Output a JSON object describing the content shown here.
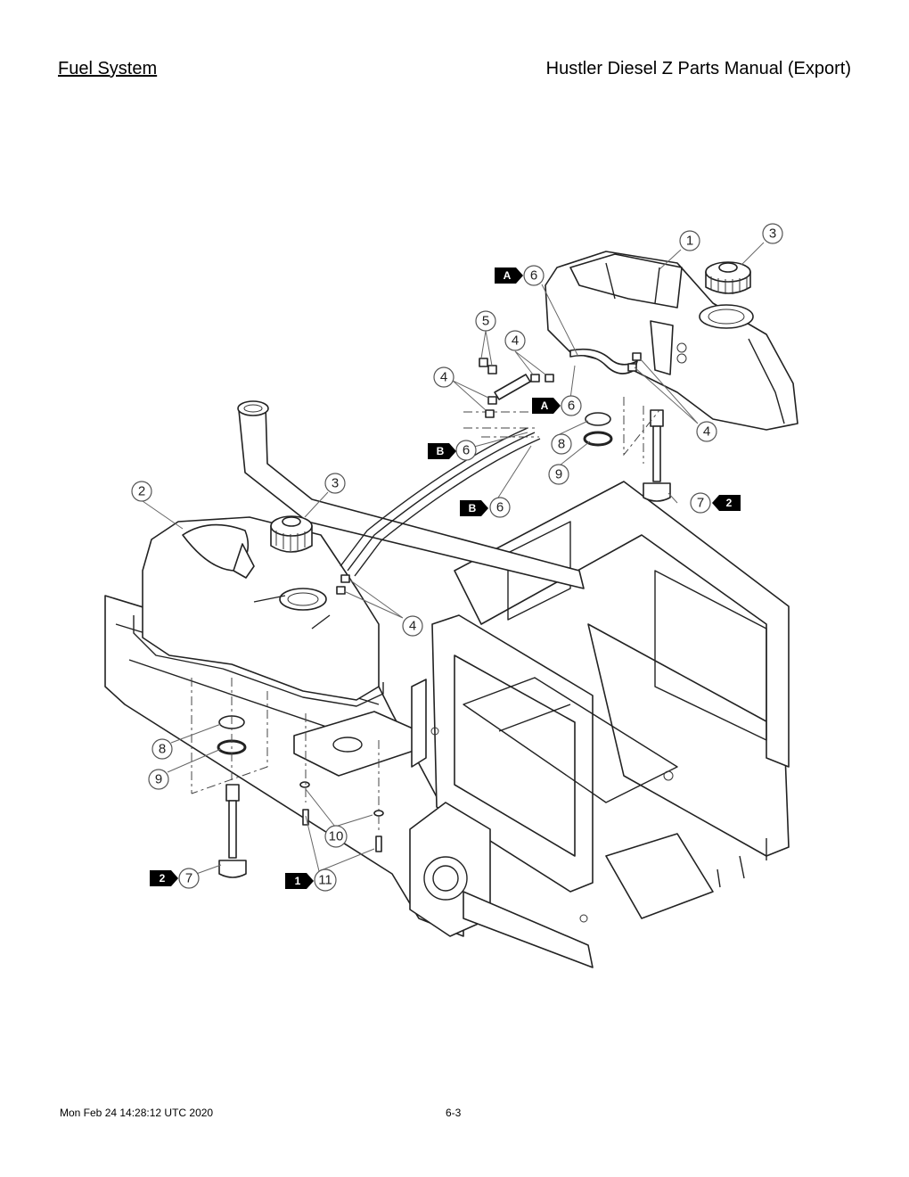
{
  "header": {
    "section_title": "Fuel System",
    "manual_title": "Hustler Diesel Z Parts Manual (Export)"
  },
  "footer": {
    "timestamp": "Mon Feb 24 14:28:12 UTC 2020",
    "page_number": "6-3"
  },
  "diagram": {
    "callouts": [
      {
        "id": "c1",
        "label": "1"
      },
      {
        "id": "c3a",
        "label": "3"
      },
      {
        "id": "c6a",
        "label": "6"
      },
      {
        "id": "c5",
        "label": "5"
      },
      {
        "id": "c4a",
        "label": "4"
      },
      {
        "id": "c4b",
        "label": "4"
      },
      {
        "id": "c6b",
        "label": "6"
      },
      {
        "id": "c4c",
        "label": "4"
      },
      {
        "id": "c8a",
        "label": "8"
      },
      {
        "id": "c6c",
        "label": "6"
      },
      {
        "id": "c9a",
        "label": "9"
      },
      {
        "id": "c2",
        "label": "2"
      },
      {
        "id": "c3b",
        "label": "3"
      },
      {
        "id": "c7a",
        "label": "7"
      },
      {
        "id": "c6d",
        "label": "6"
      },
      {
        "id": "c4d",
        "label": "4"
      },
      {
        "id": "c8b",
        "label": "8"
      },
      {
        "id": "c9b",
        "label": "9"
      },
      {
        "id": "c10",
        "label": "10"
      },
      {
        "id": "c7b",
        "label": "7"
      },
      {
        "id": "c11",
        "label": "11"
      }
    ],
    "flags": [
      {
        "id": "fA1",
        "label": "A"
      },
      {
        "id": "fA2",
        "label": "A"
      },
      {
        "id": "fB1",
        "label": "B"
      },
      {
        "id": "fB2",
        "label": "B"
      },
      {
        "id": "f2a",
        "label": "2"
      },
      {
        "id": "f2b",
        "label": "2"
      },
      {
        "id": "f1",
        "label": "1"
      }
    ]
  }
}
